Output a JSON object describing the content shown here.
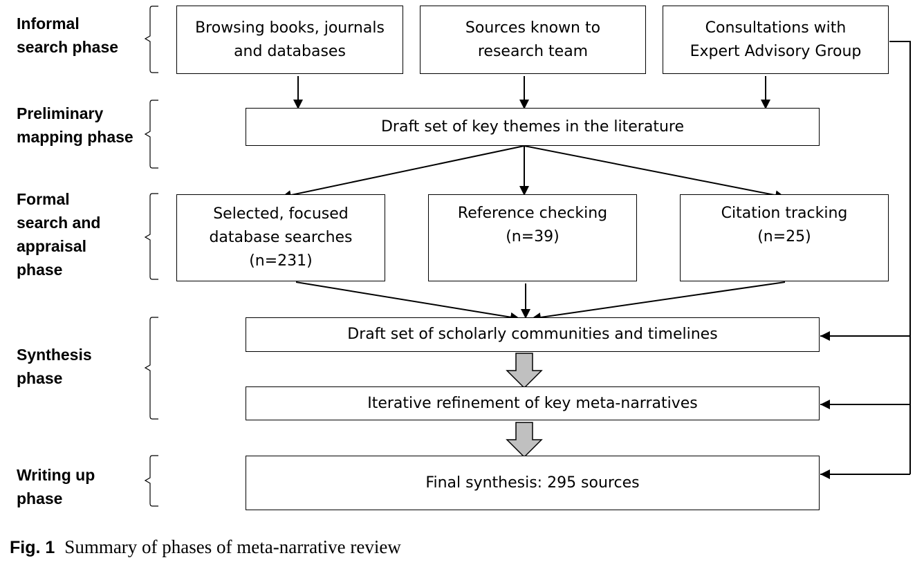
{
  "phases": {
    "informal": "Informal\nsearch phase",
    "preliminary": "Preliminary\nmapping phase",
    "formal": "Formal\nsearch and\nappraisal\nphase",
    "synthesis": "Synthesis\nphase",
    "writing": "Writing up\nphase"
  },
  "boxes": {
    "browsing": "Browsing books, journals\nand databases",
    "sources_known": "Sources known to\nresearch team",
    "consultations": "Consultations with\nExpert Advisory Group",
    "draft_themes": "Draft set of key themes in the literature",
    "database_searches": "Selected, focused\ndatabase searches\n(n=231)",
    "reference_checking": "Reference checking\n(n=39)",
    "citation_tracking": "Citation tracking\n(n=25)",
    "draft_communities": "Draft set of scholarly communities and timelines",
    "iterative_refinement": "Iterative refinement of key meta-narratives",
    "final_synthesis": "Final synthesis: 295 sources"
  },
  "caption": {
    "label": "Fig. 1",
    "text": "Summary of phases of meta-narrative review"
  }
}
